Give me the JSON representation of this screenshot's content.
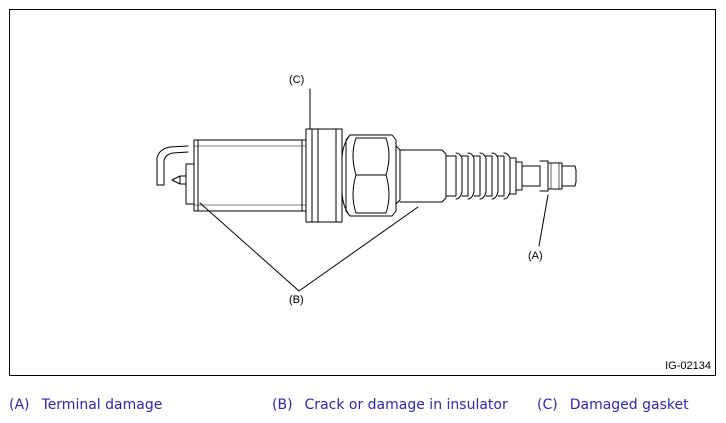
{
  "colors": {
    "legend_text": "#2a2aa8",
    "line": "#000000",
    "background": "#ffffff"
  },
  "figure": {
    "id": "IG-02134",
    "callouts": {
      "a": "(A)",
      "b": "(B)",
      "c": "(C)"
    }
  },
  "legend": [
    {
      "key": "(A)",
      "text": "Terminal damage"
    },
    {
      "key": "(B)",
      "text": "Crack or damage in insulator"
    },
    {
      "key": "(C)",
      "text": "Damaged gasket"
    }
  ]
}
